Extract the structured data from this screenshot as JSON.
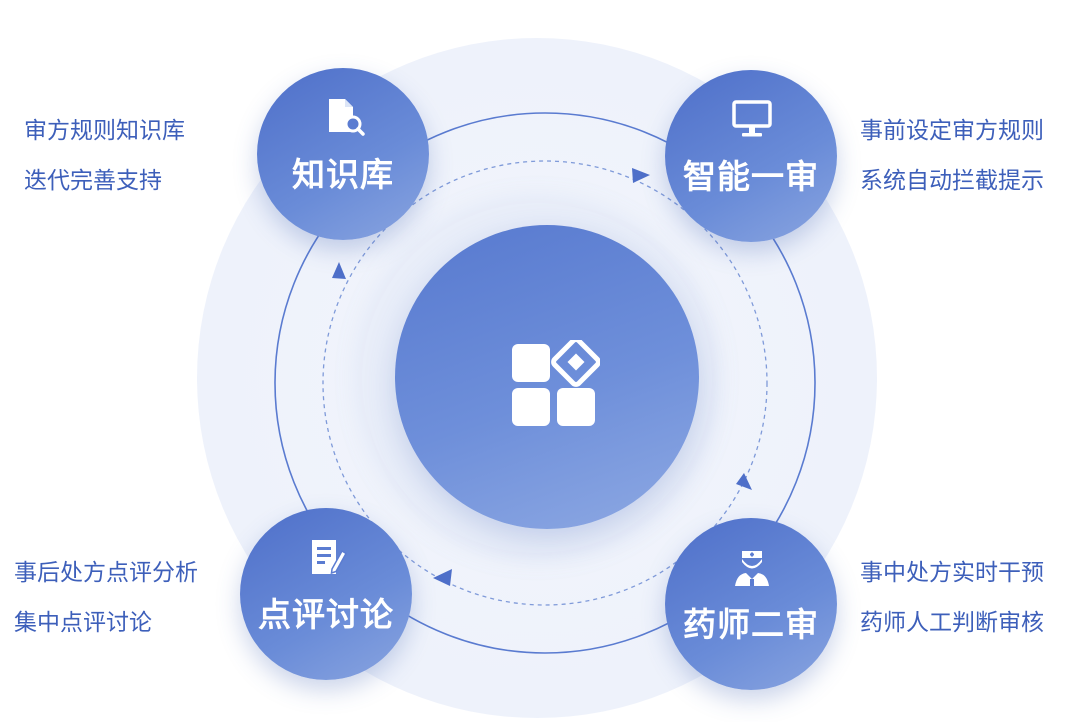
{
  "center": {
    "icon": "app-grid-icon"
  },
  "nodes": {
    "knowledge": {
      "title": "知识库",
      "icon": "document-search-icon",
      "lines": [
        "审方规则知识库",
        "迭代完善支持"
      ]
    },
    "first_review": {
      "title": "智能一审",
      "icon": "monitor-icon",
      "lines": [
        "事前设定审方规则",
        "系统自动拦截提示"
      ]
    },
    "second_review": {
      "title": "药师二审",
      "icon": "pharmacist-icon",
      "lines": [
        "事中处方实时干预",
        "药师人工判断审核"
      ]
    },
    "review_discussion": {
      "title": "点评讨论",
      "icon": "edit-document-icon",
      "lines": [
        "事后处方点评分析",
        "集中点评讨论"
      ]
    }
  },
  "colors": {
    "primary": "#4e6fc9",
    "text": "#3d5fba",
    "ring": "#5a7bd0",
    "halo": "#eef2fb"
  }
}
